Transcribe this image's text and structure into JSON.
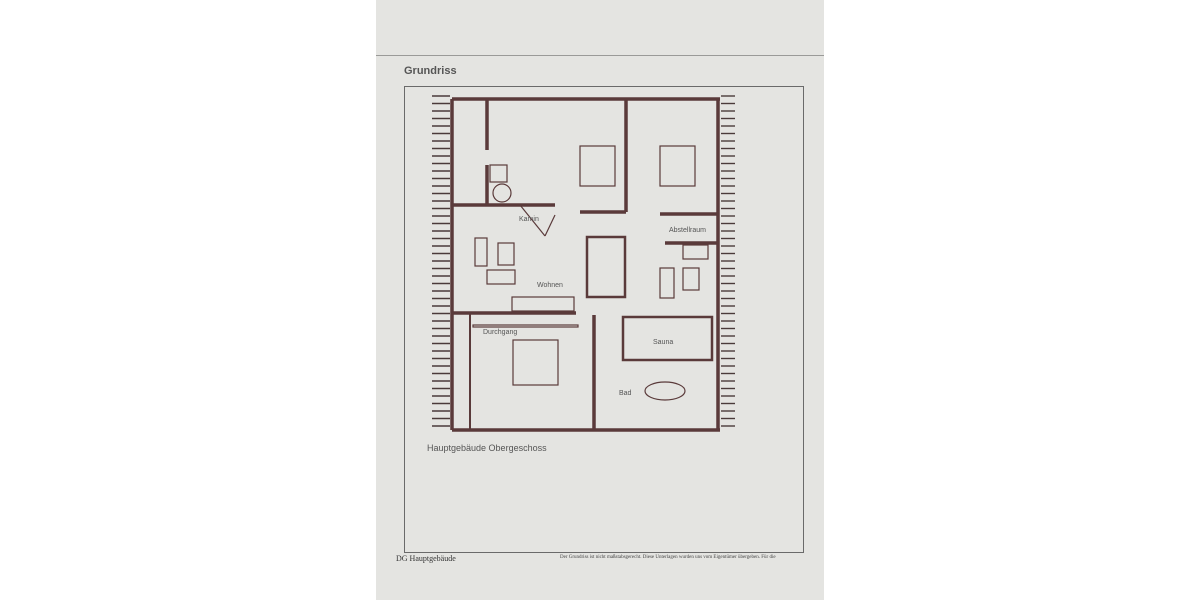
{
  "header": {
    "title": "Grundriss"
  },
  "plan": {
    "caption": "Hauptgebäude Obergeschoss",
    "rooms": [
      "Kamin",
      "Abstellraum",
      "Wohnen",
      "Durchgang",
      "Sauna",
      "Bad"
    ],
    "wall_color": "#5a3a3a"
  },
  "footer": {
    "left": "DG Hauptgebäude",
    "right": "Der Grundriss ist nicht maßstabsgerecht. Diese Unterlagen wurden uns vom Eigentümer übergeben. Für die"
  }
}
